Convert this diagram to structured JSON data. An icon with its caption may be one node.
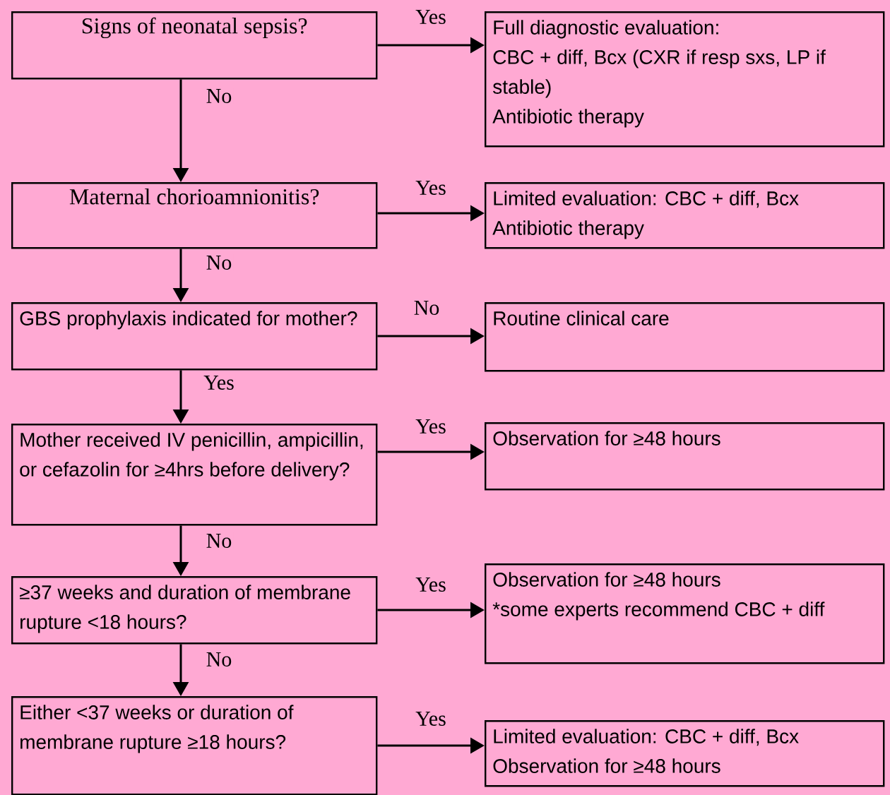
{
  "diagram": {
    "nodes": [
      {
        "text": [
          "Signs of neonatal sepsis?"
        ]
      },
      {
        "text": [
          "Full diagnostic evaluation:",
          "CBC + diff, Bcx (CXR if resp sxs, LP if stable)",
          "Antibiotic therapy"
        ]
      },
      {
        "text": [
          "Maternal chorioamnionitis?"
        ]
      },
      {
        "text": [
          "Limited evaluation: CBC + diff, Bcx",
          "Antibiotic therapy"
        ]
      },
      {
        "text": [
          "GBS prophylaxis indicated for mother?"
        ]
      },
      {
        "text": [
          "Routine clinical care"
        ]
      },
      {
        "text": [
          "Mother received IV penicillin, ampicillin, or cefazolin for ≥4hrs before delivery?"
        ]
      },
      {
        "text": [
          "Observation for ≥48 hours"
        ]
      },
      {
        "text": [
          "≥37 weeks and duration of membrane rupture <18 hours?"
        ]
      },
      {
        "text": [
          "Observation for ≥48 hours",
          "*some experts recommend CBC + diff"
        ]
      },
      {
        "text": [
          "Either <37 weeks or duration of membrane rupture ≥18 hours?"
        ]
      },
      {
        "text": [
          "Limited evaluation: CBC + diff, Bcx",
          "Observation for ≥48 hours"
        ]
      }
    ],
    "edges": [
      {
        "from": 0,
        "to": 1,
        "arrow": "to",
        "label": "Yes"
      },
      {
        "from": 0,
        "to": 2,
        "arrow": "to",
        "label": "No"
      },
      {
        "from": 2,
        "to": 3,
        "arrow": "to",
        "label": "Yes"
      },
      {
        "from": 2,
        "to": 4,
        "arrow": "to",
        "label": "No"
      },
      {
        "from": 4,
        "to": 5,
        "arrow": "to",
        "label": "No"
      },
      {
        "from": 4,
        "to": 6,
        "arrow": "to",
        "label": "Yes"
      },
      {
        "from": 6,
        "to": 7,
        "arrow": "to",
        "label": "Yes"
      },
      {
        "from": 6,
        "to": 8,
        "arrow": "to",
        "label": "No"
      },
      {
        "from": 8,
        "to": 9,
        "arrow": "to",
        "label": "Yes"
      },
      {
        "from": 8,
        "to": 10,
        "arrow": "to",
        "label": "No"
      },
      {
        "from": 10,
        "to": 11,
        "arrow": "to",
        "label": "Yes"
      }
    ]
  }
}
